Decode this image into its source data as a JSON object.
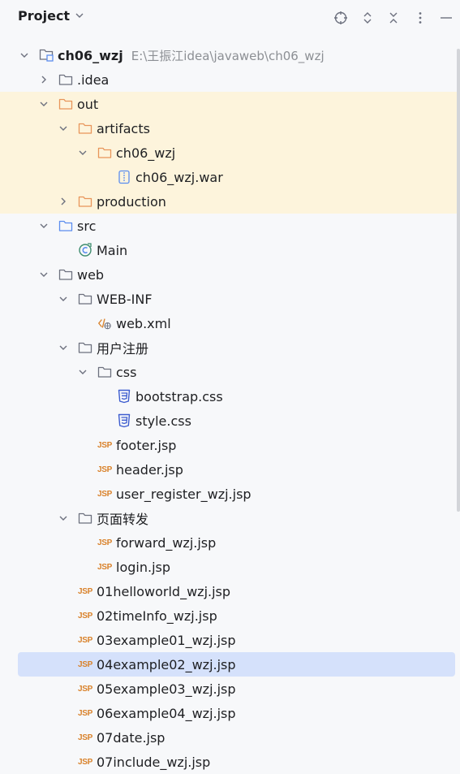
{
  "header": {
    "title": "Project",
    "icons": [
      "crosshair-icon",
      "expand-icon",
      "collapse-icon",
      "more-icon",
      "minimize-icon"
    ]
  },
  "tree": [
    {
      "label": "ch06_wzj",
      "path": "E:\\王振江idea\\javaweb\\ch06_wzj",
      "icon": "module",
      "depth": 0,
      "expanded": true,
      "bold": true
    },
    {
      "label": ".idea",
      "icon": "folder",
      "depth": 1,
      "expanded": false
    },
    {
      "label": "out",
      "icon": "folder-orange",
      "depth": 1,
      "expanded": true,
      "highlight": true
    },
    {
      "label": "artifacts",
      "icon": "folder-orange",
      "depth": 2,
      "expanded": true,
      "highlight": true
    },
    {
      "label": "ch06_wzj",
      "icon": "folder-orange",
      "depth": 3,
      "expanded": true,
      "highlight": true
    },
    {
      "label": "ch06_wzj.war",
      "icon": "war",
      "depth": 4,
      "highlight": true
    },
    {
      "label": "production",
      "icon": "folder-orange",
      "depth": 2,
      "expanded": false,
      "highlight": true
    },
    {
      "label": "src",
      "icon": "folder-blue",
      "depth": 1,
      "expanded": true
    },
    {
      "label": "Main",
      "icon": "class",
      "depth": 2
    },
    {
      "label": "web",
      "icon": "folder-web",
      "depth": 1,
      "expanded": true
    },
    {
      "label": "WEB-INF",
      "icon": "folder",
      "depth": 2,
      "expanded": true
    },
    {
      "label": "web.xml",
      "icon": "xml",
      "depth": 3
    },
    {
      "label": "用户注册",
      "icon": "folder",
      "depth": 2,
      "expanded": true
    },
    {
      "label": "css",
      "icon": "folder",
      "depth": 3,
      "expanded": true
    },
    {
      "label": "bootstrap.css",
      "icon": "css",
      "depth": 4
    },
    {
      "label": "style.css",
      "icon": "css",
      "depth": 4
    },
    {
      "label": "footer.jsp",
      "icon": "jsp",
      "depth": 3
    },
    {
      "label": "header.jsp",
      "icon": "jsp",
      "depth": 3
    },
    {
      "label": "user_register_wzj.jsp",
      "icon": "jsp",
      "depth": 3
    },
    {
      "label": "页面转发",
      "icon": "folder",
      "depth": 2,
      "expanded": true
    },
    {
      "label": "forward_wzj.jsp",
      "icon": "jsp",
      "depth": 3
    },
    {
      "label": "login.jsp",
      "icon": "jsp",
      "depth": 3
    },
    {
      "label": "01helloworld_wzj.jsp",
      "icon": "jsp",
      "depth": 2
    },
    {
      "label": "02timeInfo_wzj.jsp",
      "icon": "jsp",
      "depth": 2
    },
    {
      "label": "03example01_wzj.jsp",
      "icon": "jsp",
      "depth": 2
    },
    {
      "label": "04example02_wzj.jsp",
      "icon": "jsp",
      "depth": 2,
      "selected": true
    },
    {
      "label": "05example03_wzj.jsp",
      "icon": "jsp",
      "depth": 2
    },
    {
      "label": "06example04_wzj.jsp",
      "icon": "jsp",
      "depth": 2
    },
    {
      "label": "07date.jsp",
      "icon": "jsp",
      "depth": 2
    },
    {
      "label": "07include_wzj.jsp",
      "icon": "jsp",
      "depth": 2
    }
  ],
  "jsp_badge": "JSP",
  "colors": {
    "background": "#f7f8fa",
    "highlight": "#fdf4dc",
    "selection": "#d5e1fb",
    "folder_orange": "#e8955a",
    "folder_blue": "#5b8def",
    "jsp": "#d9822b",
    "css": "#3c5ccf"
  }
}
